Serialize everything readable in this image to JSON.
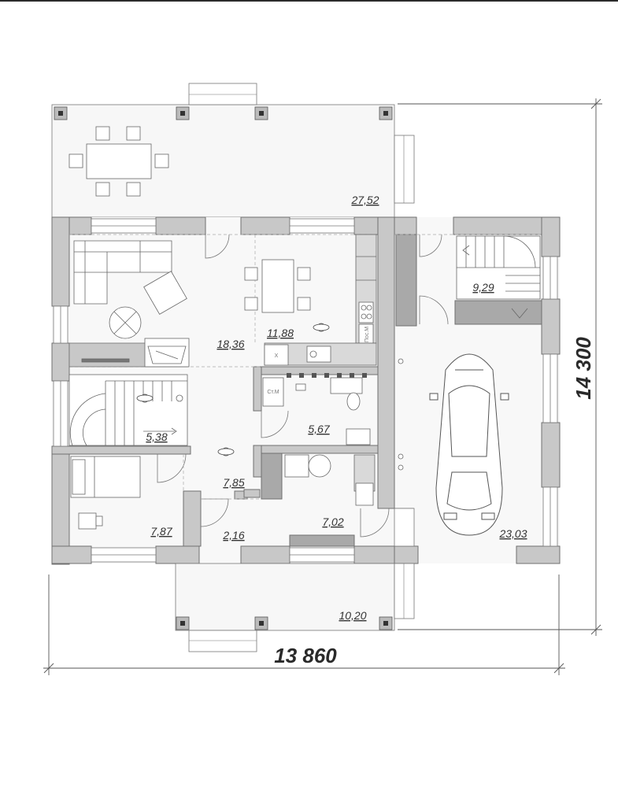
{
  "plan": {
    "dimensions": {
      "width": "13 860",
      "height": "14 300"
    },
    "rooms": {
      "terrace_top": "27,52",
      "living": "18,36",
      "dining_kitchen": "11,88",
      "staircase_room": "9,29",
      "stairs_hall": "5,38",
      "bathroom": "5,67",
      "corridor": "7,85",
      "bedroom": "7,87",
      "vestibule": "2,16",
      "boiler_room": "7,02",
      "garage": "23,03",
      "porch": "10,20"
    },
    "appliance_labels": {
      "fridge": "X",
      "dishwasher": "Пос.М",
      "washer": "Ст.М"
    },
    "colors": {
      "wall": "#c8c8c8",
      "wall_dark": "#a9a9a9",
      "wall_outline": "#6f6f6f",
      "floor": "#f7f7f7",
      "line": "#555555"
    }
  }
}
